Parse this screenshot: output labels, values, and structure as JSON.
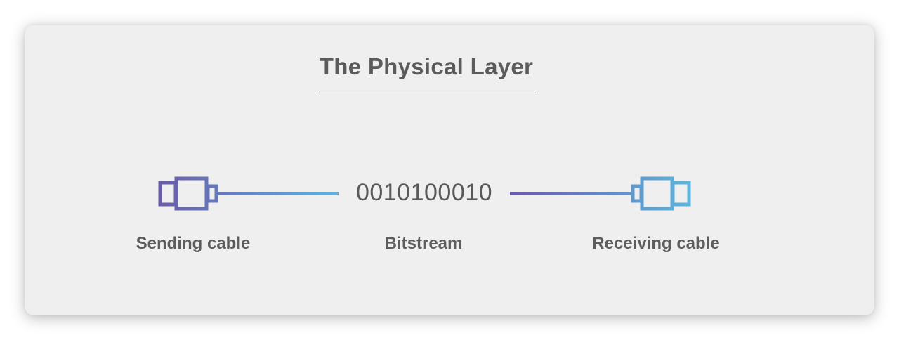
{
  "title": "The Physical Layer",
  "nodes": {
    "sending": {
      "label": "Sending cable",
      "icon": "cable-plug-icon"
    },
    "bitstream": {
      "label": "Bitstream",
      "value": "0010100010"
    },
    "receiving": {
      "label": "Receiving cable",
      "icon": "cable-plug-icon"
    }
  },
  "colors": {
    "gradient_start": "#6b5aa8",
    "gradient_end": "#5bb6de",
    "text": "#5b5b5b",
    "card_background": "#efefef"
  }
}
